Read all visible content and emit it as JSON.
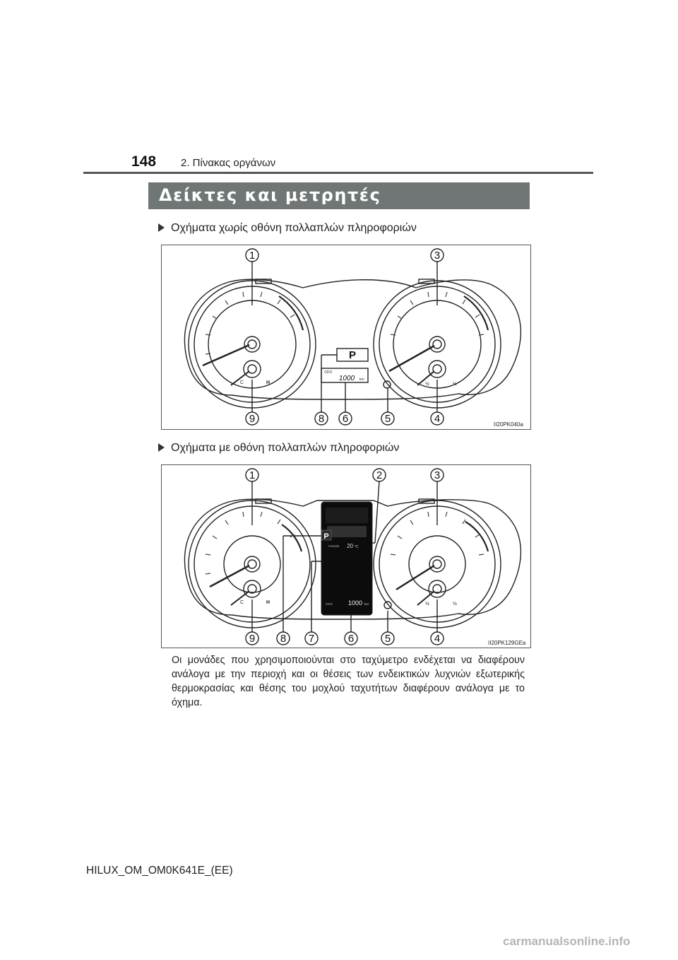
{
  "header": {
    "page_number": "148",
    "chapter": "2. Πίνακας οργάνων"
  },
  "section": {
    "title": "Δείκτες και μετρητές"
  },
  "figures": [
    {
      "variant_label": "Οχήματα χωρίς οθόνη πολλαπλών πληροφοριών",
      "code": "II20PK040a",
      "top_callouts": [
        "1",
        "3"
      ],
      "bottom_callouts": [
        "9",
        "8",
        "6",
        "5",
        "4"
      ],
      "shift_indicator": "P",
      "odo_label": "ODO",
      "odometer": "1000",
      "odometer_unit": "km",
      "fuel_marks": [
        "½",
        "½"
      ],
      "temp_marks": [
        "C",
        "H"
      ]
    },
    {
      "variant_label": "Οχήματα με οθόνη πολλαπλών πληροφοριών",
      "code": "II20PK129GEa",
      "top_callouts": [
        "1",
        "2",
        "3"
      ],
      "bottom_callouts": [
        "9",
        "8",
        "7",
        "6",
        "5",
        "4"
      ],
      "shift_indicator": "P",
      "outside_label": "Outside",
      "outside_temp": "20",
      "outside_unit": "°C",
      "odo_label": "ODO",
      "odometer": "1000",
      "odometer_unit": "km",
      "fuel_marks": [
        "½",
        "½"
      ],
      "temp_marks": [
        "C",
        "H"
      ]
    }
  ],
  "note": "Οι μονάδες που χρησιμοποιούνται στο ταχύμετρο ενδέχεται να διαφέρουν ανάλογα με την περιοχή και οι θέσεις των ενδεικτικών λυχνιών εξωτερικής θερμοκρασίας και θέσης του μοχλού ταχυτήτων διαφέρουν ανάλογα με το όχημα.",
  "footer": "HILUX_OM_OM0K641E_(EE)",
  "watermark": "carmanualsonline.info"
}
